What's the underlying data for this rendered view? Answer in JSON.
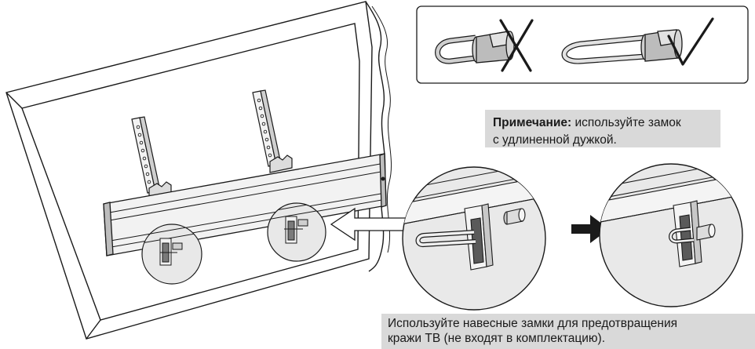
{
  "note": {
    "label": "Примечание:",
    "line1": " используйте замок",
    "line2": "с удлиненной дужкой."
  },
  "caption": {
    "line1": "Используйте навесные замки для предотвращения",
    "line2": "кражи ТВ (не входят в комплектацию)."
  },
  "colors": {
    "stroke": "#1a1a1a",
    "panel_fill": "#ffffff",
    "note_bg": "#d9d9d9",
    "metal": "#e6e6e6",
    "dark_metal": "#9a9a9a"
  },
  "icons": [
    "cross-mark-icon",
    "check-mark-icon",
    "right-arrow-icon",
    "hollow-arrow-icon"
  ]
}
